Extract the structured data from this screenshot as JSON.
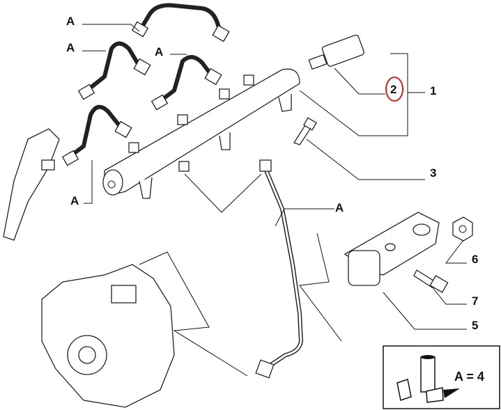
{
  "diagram": {
    "callouts": {
      "pipe_a_1": "A",
      "pipe_a_2": "A",
      "pipe_a_3": "A",
      "pipe_a_4": "A",
      "pipe_a_5": "A",
      "part_1": "1",
      "part_2": "2",
      "part_3": "3",
      "part_5": "5",
      "part_6": "6",
      "part_7": "7"
    },
    "legend": {
      "text": "A = 4"
    },
    "highlight_color": "#d42020"
  }
}
